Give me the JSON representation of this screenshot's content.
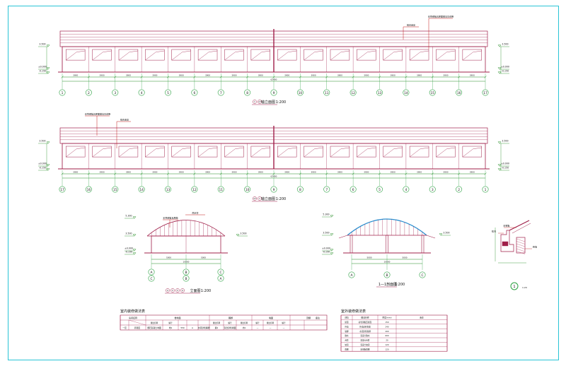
{
  "colors": {
    "line": "#a0204a",
    "dim": "#208a20",
    "axis": "#2aa040",
    "text": "#111111",
    "frame": "#29c4d6",
    "leader": "#c21818",
    "roofcurve": "#2a8fd0"
  },
  "elevation_top": {
    "title_circles": [
      "1",
      "17"
    ],
    "title_text": "轴立面图",
    "scale": "1:200",
    "axes": [
      "1",
      "2",
      "3",
      "4",
      "5",
      "6",
      "7",
      "8",
      "9",
      "10",
      "11",
      "12",
      "13",
      "14",
      "15",
      "16",
      "17"
    ],
    "bay_dims": [
      "3900",
      "3900",
      "3900",
      "3900",
      "3900",
      "3900",
      "3900",
      "3900",
      "3900",
      "3900",
      "3900",
      "3900",
      "3900",
      "3900",
      "3900",
      "3900"
    ],
    "total_dim": "62400",
    "left_levels": [
      "3.500",
      "±0.000",
      "-0.150"
    ],
    "right_levels": [
      "3.500",
      "±0.000",
      "-0.150"
    ],
    "notes": [
      "彩色钢板瓦屋面做法见说明",
      "铝合金窗"
    ]
  },
  "elevation_mid": {
    "title_circles": [
      "17",
      "1"
    ],
    "title_text": "轴立面图",
    "scale": "1:200",
    "axes": [
      "17",
      "16",
      "15",
      "14",
      "13",
      "12",
      "11",
      "10",
      "9",
      "8",
      "7",
      "6",
      "5",
      "4",
      "3",
      "2",
      "1"
    ],
    "bay_dims": [
      "3900",
      "3900",
      "3900",
      "3900",
      "3900",
      "3900",
      "3900",
      "3900",
      "3900",
      "3900",
      "3900",
      "3900",
      "3900",
      "3900",
      "3900",
      "3900"
    ],
    "total_dim": "62400",
    "left_levels": [
      "3.500",
      "±0.000",
      "-0.150"
    ],
    "right_levels": [
      "3.500",
      "±0.000",
      "-0.150"
    ],
    "notes": [
      "彩色钢板瓦屋面做法见说明",
      "铝合金窗"
    ]
  },
  "elevation_side": {
    "title_circles": [
      "A",
      "C",
      "C",
      "A"
    ],
    "title_text": "立面图",
    "scale": "1:200",
    "axes_top": [
      "A",
      "B",
      "C"
    ],
    "axes_bottom": [
      "C",
      "B",
      "A"
    ],
    "dims": [
      "5000",
      "5000"
    ],
    "total_dim": "10000",
    "levels_left": [
      "5.300",
      "3.500",
      "±0.000",
      "-0.150"
    ],
    "notes": [
      "彩色钢板瓦屋面",
      "雨水管"
    ]
  },
  "section": {
    "title": "1—1剖面图",
    "scale": "1:200",
    "axes": [
      "A",
      "B",
      "C"
    ],
    "dims": [
      "5000",
      "5000"
    ],
    "total_dim": "10000",
    "levels_left": [
      "5.300",
      "3.500",
      "±0.000",
      "-0.150"
    ],
    "levels_right": [
      "3.500"
    ]
  },
  "detail": {
    "number": "1",
    "scale": "1:20",
    "notes": [
      "彩钢板",
      "檐沟",
      "砖墙"
    ]
  },
  "table_interior": {
    "title": "室内装修做法表",
    "headers": [
      "房间名称",
      "楼地面",
      "踢脚",
      "墙面",
      "顶棚",
      "备注"
    ],
    "subheaders": [
      "做法名称",
      "编号",
      "做法名称",
      "编号",
      "做法名称",
      "编号",
      "做法名称",
      "编号"
    ],
    "row": [
      "一层",
      "养殖区",
      "细石混凝土地面",
      "地1",
      "550",
      "A",
      "水泥砂浆踢脚",
      "踢1",
      "混合砂浆墙面",
      "内1",
      "—",
      "—",
      "—"
    ]
  },
  "table_exterior": {
    "title": "室外装修做法表",
    "headers": [
      "部位",
      "做法名称",
      "厚度(mm)",
      "备注"
    ],
    "rows": [
      [
        "屋面",
        "彩色钢板瓦屋面",
        "150",
        ""
      ],
      [
        "外墙",
        "外墙涂料饰面",
        "240",
        ""
      ],
      [
        "勒脚",
        "水泥砂浆勒脚",
        "200",
        ""
      ],
      [
        "散水",
        "混凝土散水",
        "600",
        ""
      ],
      [
        "台阶",
        "混凝土台阶",
        "20",
        ""
      ],
      [
        "坡道",
        "混凝土坡道",
        "120",
        ""
      ],
      [
        "雨棚",
        "彩钢板雨棚",
        "120",
        ""
      ]
    ]
  }
}
